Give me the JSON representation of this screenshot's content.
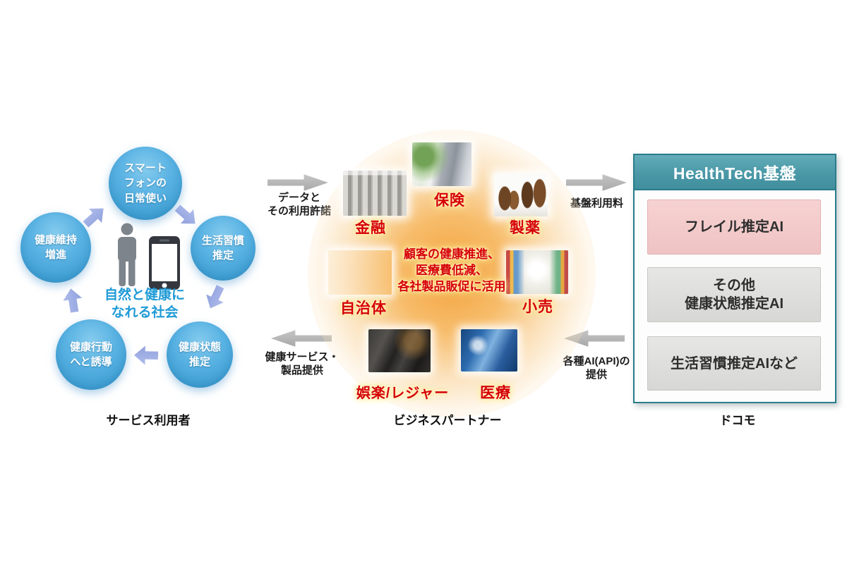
{
  "sections": {
    "service_users": {
      "label": "サービス利用者",
      "center_text": "自然と健康に\nなれる社会",
      "circles": [
        {
          "id": "smartphone-use",
          "label": "スマート\nフォンの\n日常使い"
        },
        {
          "id": "lifestyle-estimation",
          "label": "生活習慣\n推定"
        },
        {
          "id": "health-state-estimation",
          "label": "健康状態\n推定"
        },
        {
          "id": "health-behavior-guidance",
          "label": "健康行動\nへと誘導"
        },
        {
          "id": "health-maintenance",
          "label": "健康維持\n増進"
        }
      ]
    },
    "business_partners": {
      "label": "ビジネスパートナー",
      "center_text": "顧客の健康推進、\n医療費低減、\n各社製品販促に活用",
      "industries": [
        {
          "id": "insurance",
          "name": "保険"
        },
        {
          "id": "finance",
          "name": "金融"
        },
        {
          "id": "pharma",
          "name": "製薬"
        },
        {
          "id": "government",
          "name": "自治体"
        },
        {
          "id": "retail",
          "name": "小売"
        },
        {
          "id": "leisure",
          "name": "娯楽/レジャー"
        },
        {
          "id": "medical",
          "name": "医療"
        }
      ]
    },
    "docomo": {
      "label": "ドコモ",
      "platform_title": "HealthTech基盤",
      "items": [
        {
          "id": "frailty-ai",
          "label": "フレイル推定AI",
          "style": "pink"
        },
        {
          "id": "other-health-state-ai",
          "label": "その他\n健康状態推定AI",
          "style": "gray"
        },
        {
          "id": "lifestyle-ai-etc",
          "label": "生活習慣推定AIなど",
          "style": "gray"
        }
      ]
    }
  },
  "arrows": {
    "data_license": "データと\nその利用許諾",
    "platform_fee": "基盤利用料",
    "health_service": "健康サービス・\n製品提供",
    "ai_api": "各種AI(API)の\n提供"
  },
  "colors": {
    "circle_blue": "#45a8dc",
    "cycle_arrow_purple": "#98a8e0",
    "flow_arrow_gray": "#b2b2b2",
    "highlight_red": "#d60000",
    "platform_teal": "#4697a6",
    "frailty_pink": "#f4cbcb",
    "item_gray": "#dddddd",
    "glow_orange": "#f09a2e",
    "nature_text_blue": "#1f9ad6"
  }
}
